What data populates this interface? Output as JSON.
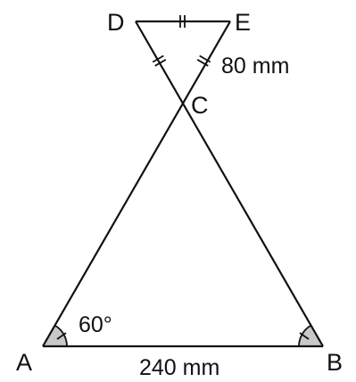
{
  "points": {
    "A": "A",
    "B": "B",
    "C": "C",
    "D": "D",
    "E": "E"
  },
  "measures": {
    "angle_A": "60°",
    "side_AB": "240 mm",
    "side_CE": "80 mm"
  },
  "colors": {
    "stroke": "#111111",
    "angle_fill": "#c8c8c8",
    "background": "#ffffff"
  }
}
